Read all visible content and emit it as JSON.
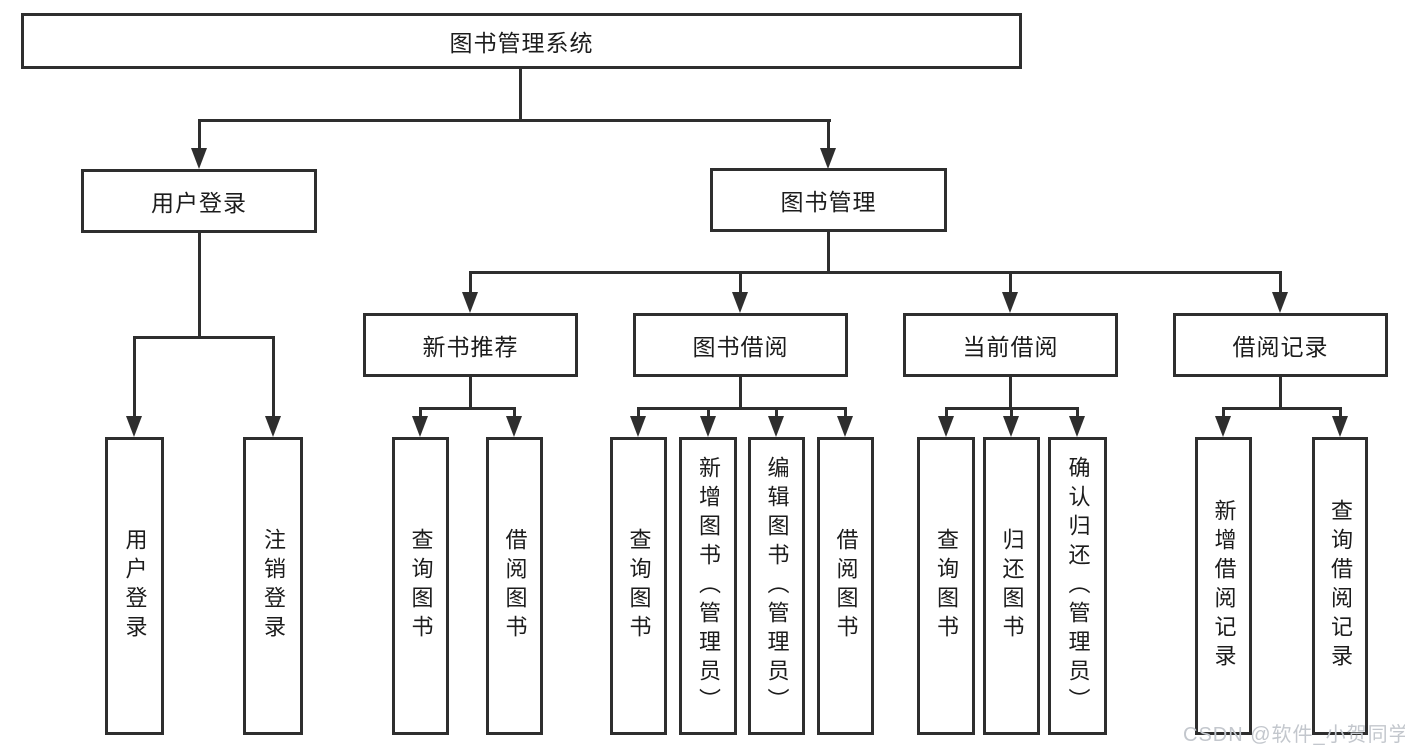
{
  "colors": {
    "line": "#2e2e2e",
    "text": "#1c1c1c",
    "background": "#ffffff",
    "watermark": "#c3c7cd"
  },
  "watermark": {
    "text": "CSDN @软件_小贺同学"
  },
  "diagram": {
    "root": {
      "label": "图书管理系统"
    },
    "branches": [
      {
        "label": "用户登录",
        "children": [
          {
            "label": "用户登录"
          },
          {
            "label": "注销登录"
          }
        ]
      },
      {
        "label": "图书管理",
        "children": [
          {
            "label": "新书推荐",
            "children": [
              {
                "label": "查询图书"
              },
              {
                "label": "借阅图书"
              }
            ]
          },
          {
            "label": "图书借阅",
            "children": [
              {
                "label": "查询图书"
              },
              {
                "label": "新增图书（管理员）"
              },
              {
                "label": "编辑图书（管理员）"
              },
              {
                "label": "借阅图书"
              }
            ]
          },
          {
            "label": "当前借阅",
            "children": [
              {
                "label": "查询图书"
              },
              {
                "label": "归还图书"
              },
              {
                "label": "确认归还（管理员）"
              }
            ]
          },
          {
            "label": "借阅记录",
            "children": [
              {
                "label": "新增借阅记录"
              },
              {
                "label": "查询借阅记录"
              }
            ]
          }
        ]
      }
    ]
  }
}
